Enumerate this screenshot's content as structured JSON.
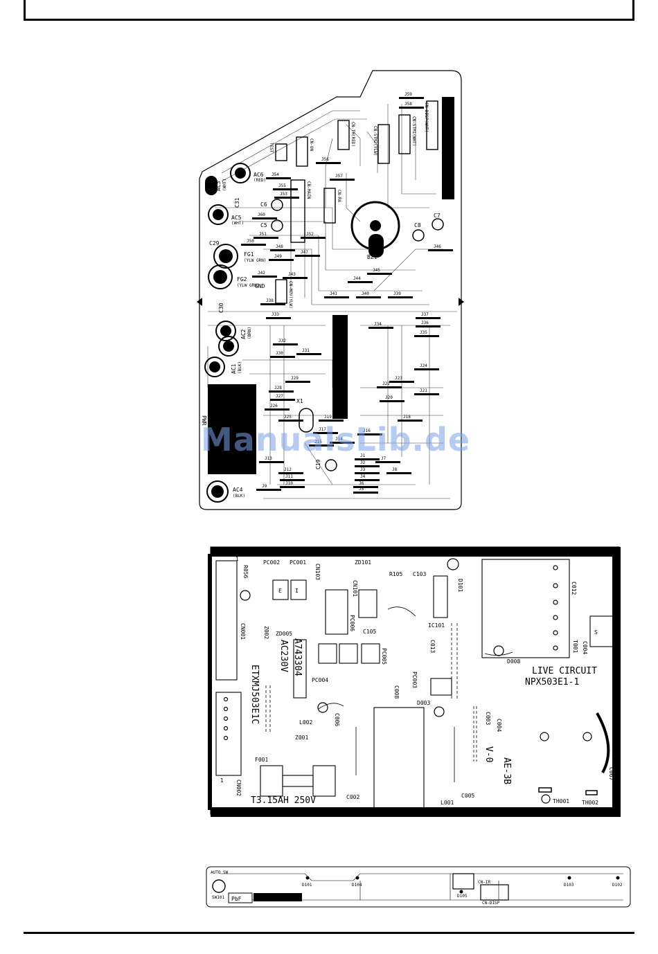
{
  "colors": {
    "ink": "#000000",
    "board": "#ffffff",
    "watermark": "#789fe6"
  },
  "top_board": {
    "labels": {
      "ac6": "AC6",
      "ac6_color": "(RED)",
      "ac3": "AC3",
      "ac3_color": "(WHT)",
      "ac5": "AC5",
      "ac5_color": "(WHT)",
      "c31": "C31",
      "c29": "C29",
      "c30": "C30",
      "fg1": "FG1",
      "fg1_color": "(YLW GRN)",
      "fg2": "FG2",
      "fg2_color": "(YLW GRN)",
      "gnd": "GND",
      "ac2": "AC2",
      "ac2_color": "(BRN)",
      "ac1": "AC1",
      "ac1_color": "(BLK)",
      "ac4": "AC4",
      "ac4_color": "(BLK)",
      "pwr": "PWR",
      "test": "TEST",
      "cn_on": "CN-ON",
      "cn_th": "CN-TH(RED)",
      "cn_stm2": "CN-STM2(YLW)",
      "cn_stm1": "CN-STM1(WHT)",
      "cn_disp": "CN-DISP(WHT)",
      "cn_main": "CN-MAIN",
      "cn_ra": "CN-RA",
      "cn_mov": "CN-MOV(YLW)",
      "bz1": "BZ1",
      "c8": "C8",
      "c7": "C7",
      "c6": "C6",
      "c5": "C5",
      "c19": "C19",
      "x1": "X1",
      "j_labels": [
        "J59",
        "J58",
        "J56",
        "J55",
        "J57",
        "J54",
        "J53",
        "J60",
        "J51",
        "J50",
        "J52",
        "J48",
        "J49",
        "J47",
        "J46",
        "J45",
        "J44",
        "J43",
        "J42",
        "J41",
        "J40",
        "J39",
        "J38",
        "J37",
        "J36",
        "J35",
        "J34",
        "J33",
        "J32",
        "J31",
        "J30",
        "J29",
        "J28",
        "J27",
        "J26",
        "J25",
        "J24",
        "J23",
        "J22",
        "J21",
        "J20",
        "J19",
        "J18",
        "J17",
        "J16",
        "J15",
        "J14",
        "J13",
        "J12",
        "J11",
        "J10",
        "J9",
        "J8",
        "J7",
        "J6",
        "J5",
        "J4",
        "J3",
        "J2",
        "J1"
      ]
    }
  },
  "mid_board": {
    "labels": {
      "r056": "R056",
      "pc002": "PC002",
      "pc001": "PC001",
      "cn103": "CN103",
      "cn101": "CN101",
      "zd101": "ZD101",
      "r105": "R105",
      "c103": "C103",
      "d101": "D101",
      "c012": "C012",
      "pc006": "PC006",
      "c105": "C105",
      "ic101": "IC101",
      "zd005": "ZD005",
      "z002": "Z002",
      "cn001": "CN001",
      "part_no": "A743304",
      "ac_rating": "AC230V",
      "model": "ETXMJ503E1C",
      "pc004": "PC004",
      "pc005": "PC005",
      "c013": "C013",
      "pc003": "PC003",
      "c008": "C008",
      "d008": "D008",
      "t001": "T001",
      "c004": "C004",
      "live_circuit": "LIVE CIRCUIT",
      "board_code": "NPX503E1-1",
      "d003": "D003",
      "l002": "L002",
      "c006": "C006",
      "c003": "C003",
      "c004b": "C004",
      "z001": "Z001",
      "cn002": "CN002",
      "f001": "F001",
      "v0": "V-0",
      "ae3b": "AE-3B",
      "c007": "C007",
      "fuse": "T3.15AH 250V",
      "c002": "C002",
      "l001": "L001",
      "c005": "C005",
      "th001": "TH001",
      "th002": "TH002",
      "e": "E",
      "i": "I",
      "s": "S",
      "one": "1"
    }
  },
  "bottom_board": {
    "labels": {
      "auto_sw": "AUTO SW",
      "sw": "SW101",
      "pbf": "PbF",
      "d101": "D101",
      "d104": "D104",
      "d105": "D105",
      "d103": "D103",
      "d102": "D102",
      "cn": "CN-DISP",
      "cn_ir": "CN-IR"
    }
  },
  "watermark": "ManualsLib.de"
}
